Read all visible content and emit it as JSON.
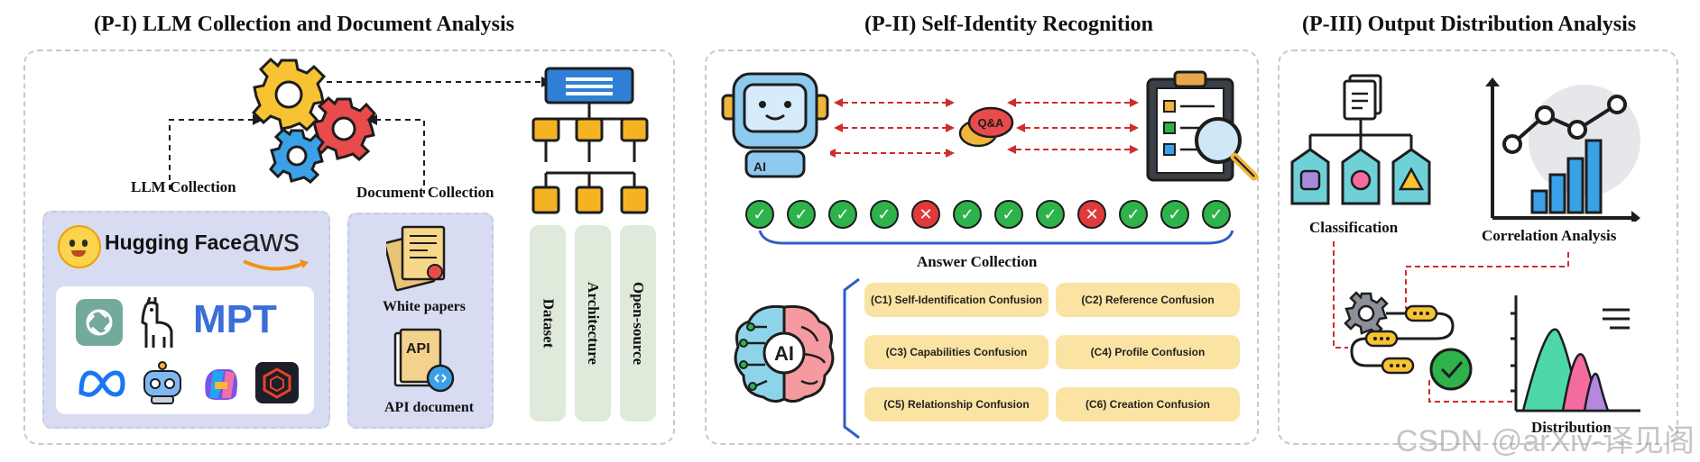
{
  "panels": {
    "p1": {
      "title": "(P-I) LLM Collection and Document Analysis",
      "llm_collection_label": "LLM Collection",
      "document_collection_label": "Document Collection",
      "hugging_face": "Hugging Face",
      "aws": "aws",
      "mpt": "MPT",
      "white_papers": "White papers",
      "api_document": "API document",
      "api_icon_text": "API",
      "columns": [
        "Dataset",
        "Architecture",
        "Open-source"
      ]
    },
    "p2": {
      "title": "(P-II) Self-Identity Recognition",
      "qa_bubble": "Q&A",
      "robot_badge": "AI",
      "brain_badge": "AI",
      "results": [
        "ok",
        "ok",
        "ok",
        "ok",
        "bad",
        "ok",
        "ok",
        "ok",
        "bad",
        "ok",
        "ok",
        "ok"
      ],
      "answer_collection": "Answer Collection",
      "confusions": [
        "(C1) Self-Identification Confusion",
        "(C2) Reference Confusion",
        "(C3) Capabilities Confusion",
        "(C4) Profile Confusion",
        "(C5) Relationship Confusion",
        "(C6) Creation Confusion"
      ]
    },
    "p3": {
      "title": "(P-III) Output Distribution Analysis",
      "classification": "Classification",
      "correlation_analysis": "Correlation Analysis",
      "distribution": "Distribution"
    }
  },
  "watermark": "CSDN @arXiv-译见阁",
  "colors": {
    "accent_blue": "#2f7fd6",
    "arrow_red": "#d12b2b",
    "pill_yellow": "#fbe3a3",
    "column_green": "#dfeadb",
    "source_box": "#d8dcf2",
    "check_green": "#2eb24a",
    "cross_red": "#e03a3a"
  }
}
